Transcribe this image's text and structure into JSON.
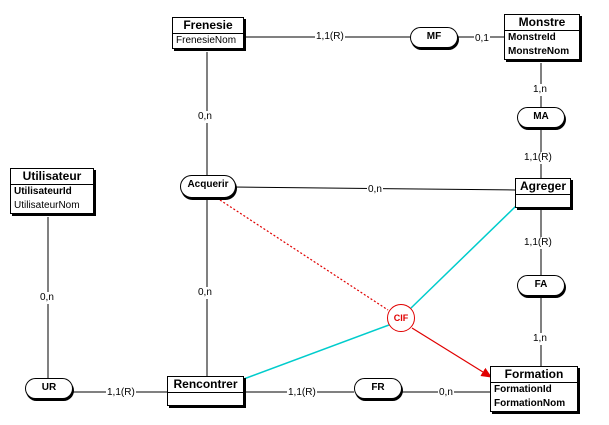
{
  "entities": {
    "frenesie": {
      "name": "Frenesie",
      "attrs": [
        "FrenesieNom"
      ]
    },
    "monstre": {
      "name": "Monstre",
      "attrs": [
        "MonstreId",
        "MonstreNom"
      ]
    },
    "utilisateur": {
      "name": "Utilisateur",
      "attrs": [
        "UtilisateurId",
        "UtilisateurNom"
      ]
    },
    "agreger": {
      "name": "Agreger"
    },
    "rencontrer": {
      "name": "Rencontrer"
    },
    "formation": {
      "name": "Formation",
      "attrs": [
        "FormationId",
        "FormationNom"
      ]
    }
  },
  "relations": {
    "mf": "MF",
    "ma": "MA",
    "fa": "FA",
    "acquerir": "Acquerir",
    "ur": "UR",
    "fr": "FR",
    "cif": "CIF"
  },
  "cardinalities": {
    "frenesie_mf": "1,1(R)",
    "mf_monstre": "0,1",
    "frenesie_acquerir": "0,n",
    "monstre_ma": "1,n",
    "ma_agreger": "1,1(R)",
    "acquerir_agreger": "0,n",
    "agreger_fa": "1,1(R)",
    "fa_formation": "1,n",
    "acquerir_rencontrer": "0,n",
    "utilisateur_ur": "0,n",
    "ur_rencontrer": "1,1(R)",
    "rencontrer_fr": "1,1(R)",
    "fr_formation": "0,n"
  },
  "colors": {
    "link": "#000000",
    "cif_dashed": "#e00000",
    "cif_arrow": "#e00000",
    "cif_link": "#00cccc"
  }
}
